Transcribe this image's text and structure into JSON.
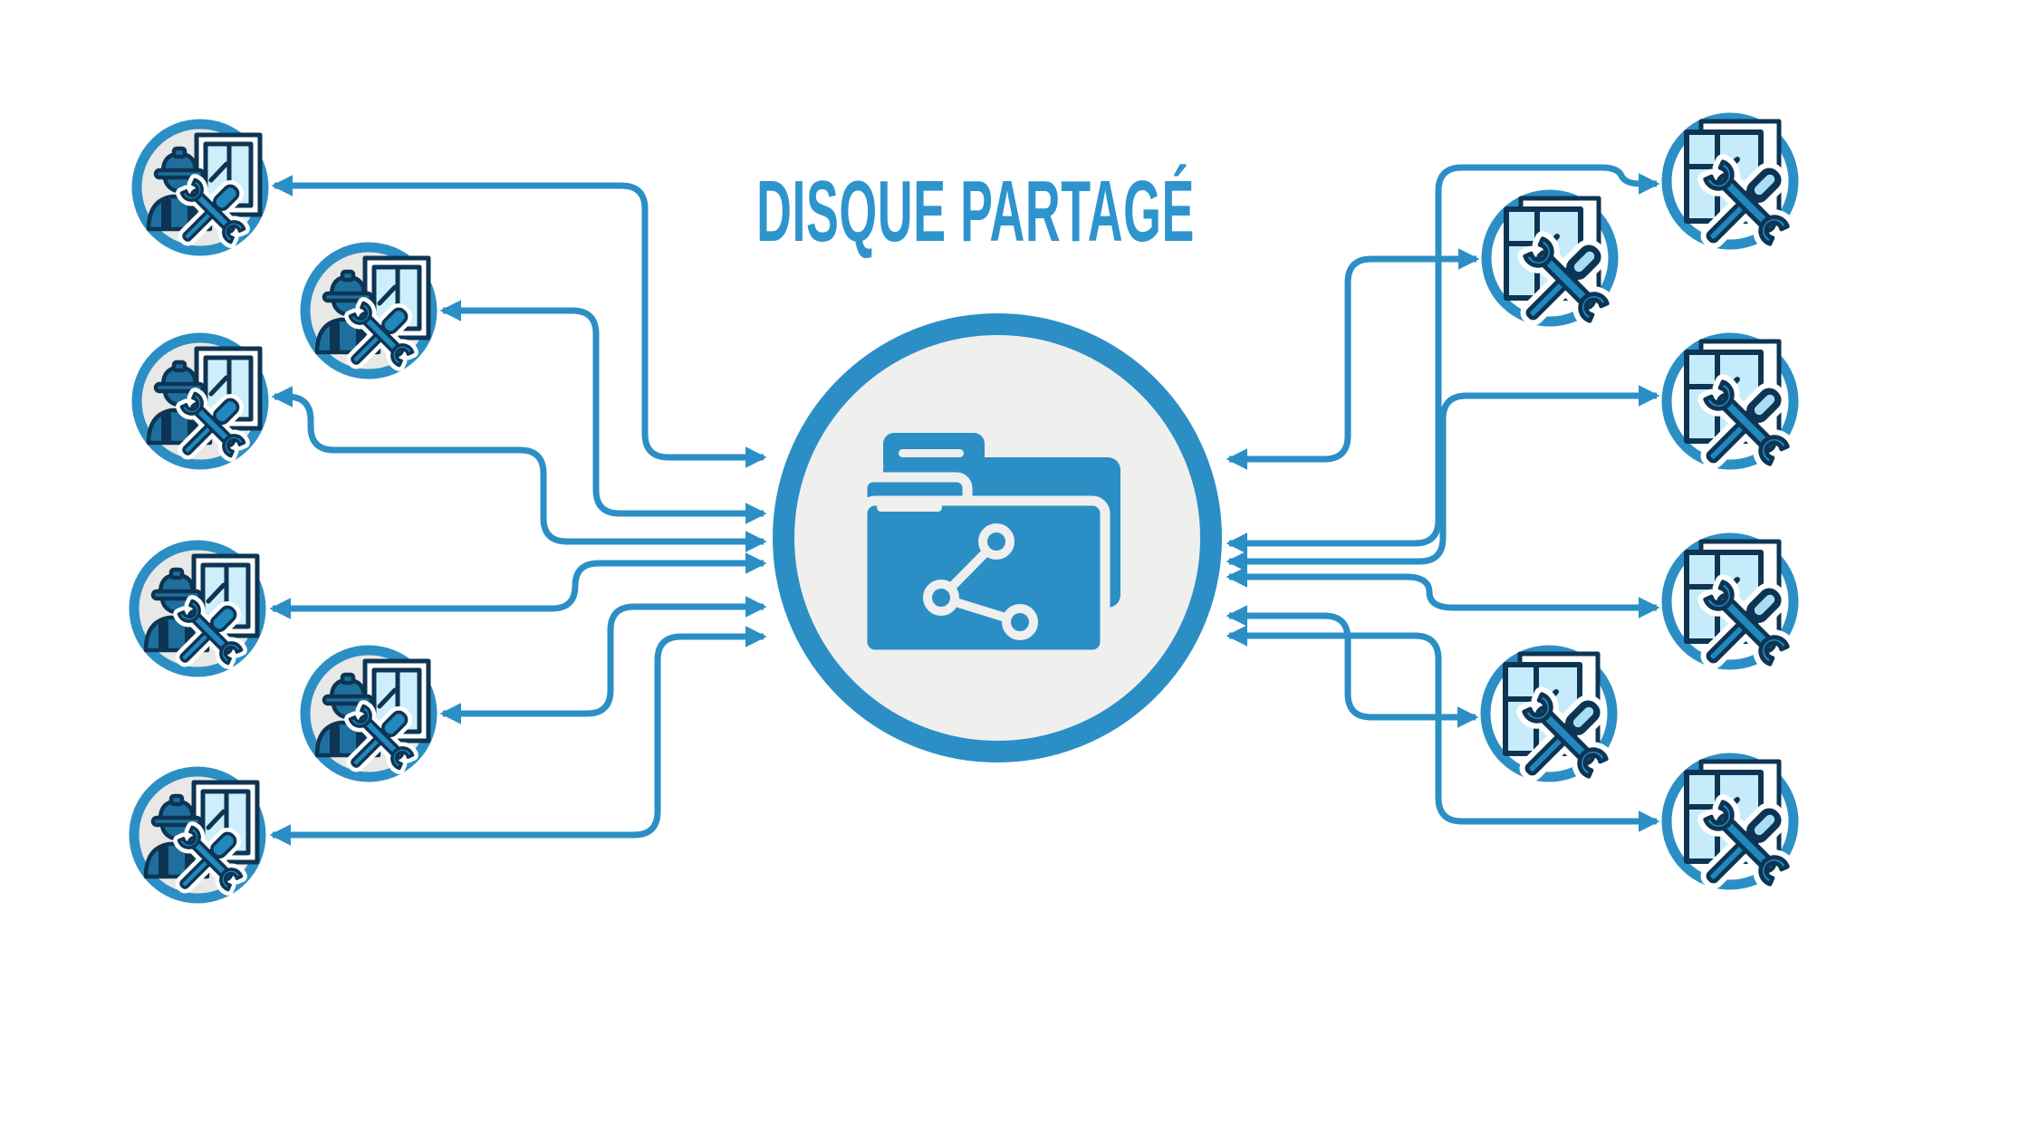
{
  "diagram": {
    "title": "DISQUE PARTAGÉ",
    "hub": {
      "icon": "shared-folder-icon"
    },
    "left_nodes": [
      {
        "id": "left-1",
        "icon": "technician-window-repair-icon"
      },
      {
        "id": "left-2",
        "icon": "technician-window-repair-icon"
      },
      {
        "id": "left-3",
        "icon": "technician-window-repair-icon"
      },
      {
        "id": "left-4",
        "icon": "technician-window-repair-icon"
      },
      {
        "id": "left-5",
        "icon": "technician-window-repair-icon"
      },
      {
        "id": "left-6",
        "icon": "technician-window-repair-icon"
      }
    ],
    "right_nodes": [
      {
        "id": "right-1",
        "icon": "window-repair-tools-icon"
      },
      {
        "id": "right-2",
        "icon": "window-repair-tools-icon"
      },
      {
        "id": "right-3",
        "icon": "window-repair-tools-icon"
      },
      {
        "id": "right-4",
        "icon": "window-repair-tools-icon"
      },
      {
        "id": "right-5",
        "icon": "window-repair-tools-icon"
      },
      {
        "id": "right-6",
        "icon": "window-repair-tools-icon"
      }
    ],
    "colors": {
      "accent": "#2b8fc6",
      "title": "#2e94cd",
      "navy": "#0d3553",
      "worker-blue": "#1e6f9d",
      "tool-blue": "#2187bd",
      "glass-blue": "#cdeefb",
      "glass-blue-right": "#c6ecfb",
      "tool-accent": "#a8ddf3",
      "node-bg-left": "#e8e8e7",
      "node-bg-right": "#ffffff",
      "hub-bg": "#efefee",
      "canvas": "#ffffff"
    }
  }
}
